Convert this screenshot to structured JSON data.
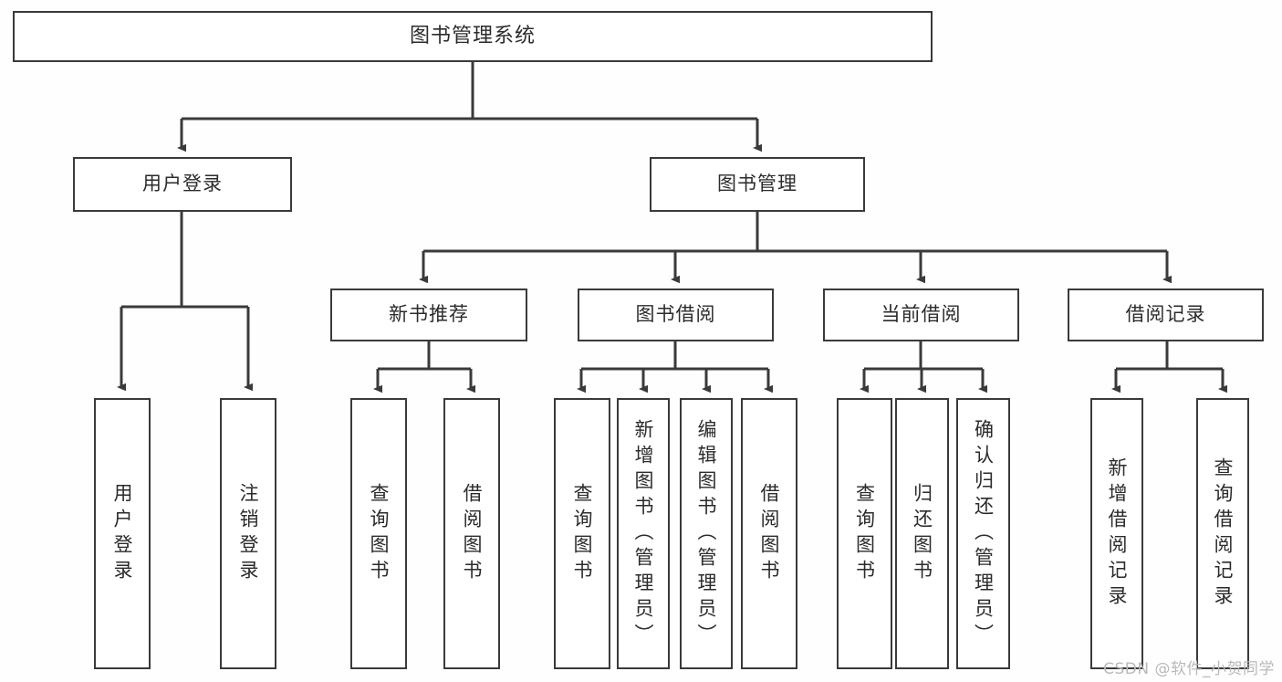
{
  "diagram": {
    "type": "tree",
    "title": "图书管理系统",
    "background_color": "#fefefe",
    "line_color": "#3a3a3a",
    "text_color": "#2b2b2b",
    "root": {
      "label": "图书管理系统"
    },
    "level2": [
      {
        "label": "用户登录"
      },
      {
        "label": "图书管理"
      }
    ],
    "level3": [
      {
        "label": "新书推荐"
      },
      {
        "label": "图书借阅"
      },
      {
        "label": "当前借阅"
      },
      {
        "label": "借阅记录"
      }
    ],
    "leaves": {
      "user_login": [
        {
          "label": "用户登录"
        },
        {
          "label": "注销登录"
        }
      ],
      "new_book": [
        {
          "label": "查询图书"
        },
        {
          "label": "借阅图书"
        }
      ],
      "book_borrow": [
        {
          "label": "查询图书"
        },
        {
          "label": "新增图书（管理员）"
        },
        {
          "label": "编辑图书（管理员）"
        },
        {
          "label": "借阅图书"
        }
      ],
      "current_borrow": [
        {
          "label": "查询图书"
        },
        {
          "label": "归还图书"
        },
        {
          "label": "确认归还（管理员）"
        }
      ],
      "borrow_record": [
        {
          "label": "新增借阅记录"
        },
        {
          "label": "查询借阅记录"
        }
      ]
    }
  },
  "watermark": {
    "text": "CSDN @软件_小贺同学"
  }
}
